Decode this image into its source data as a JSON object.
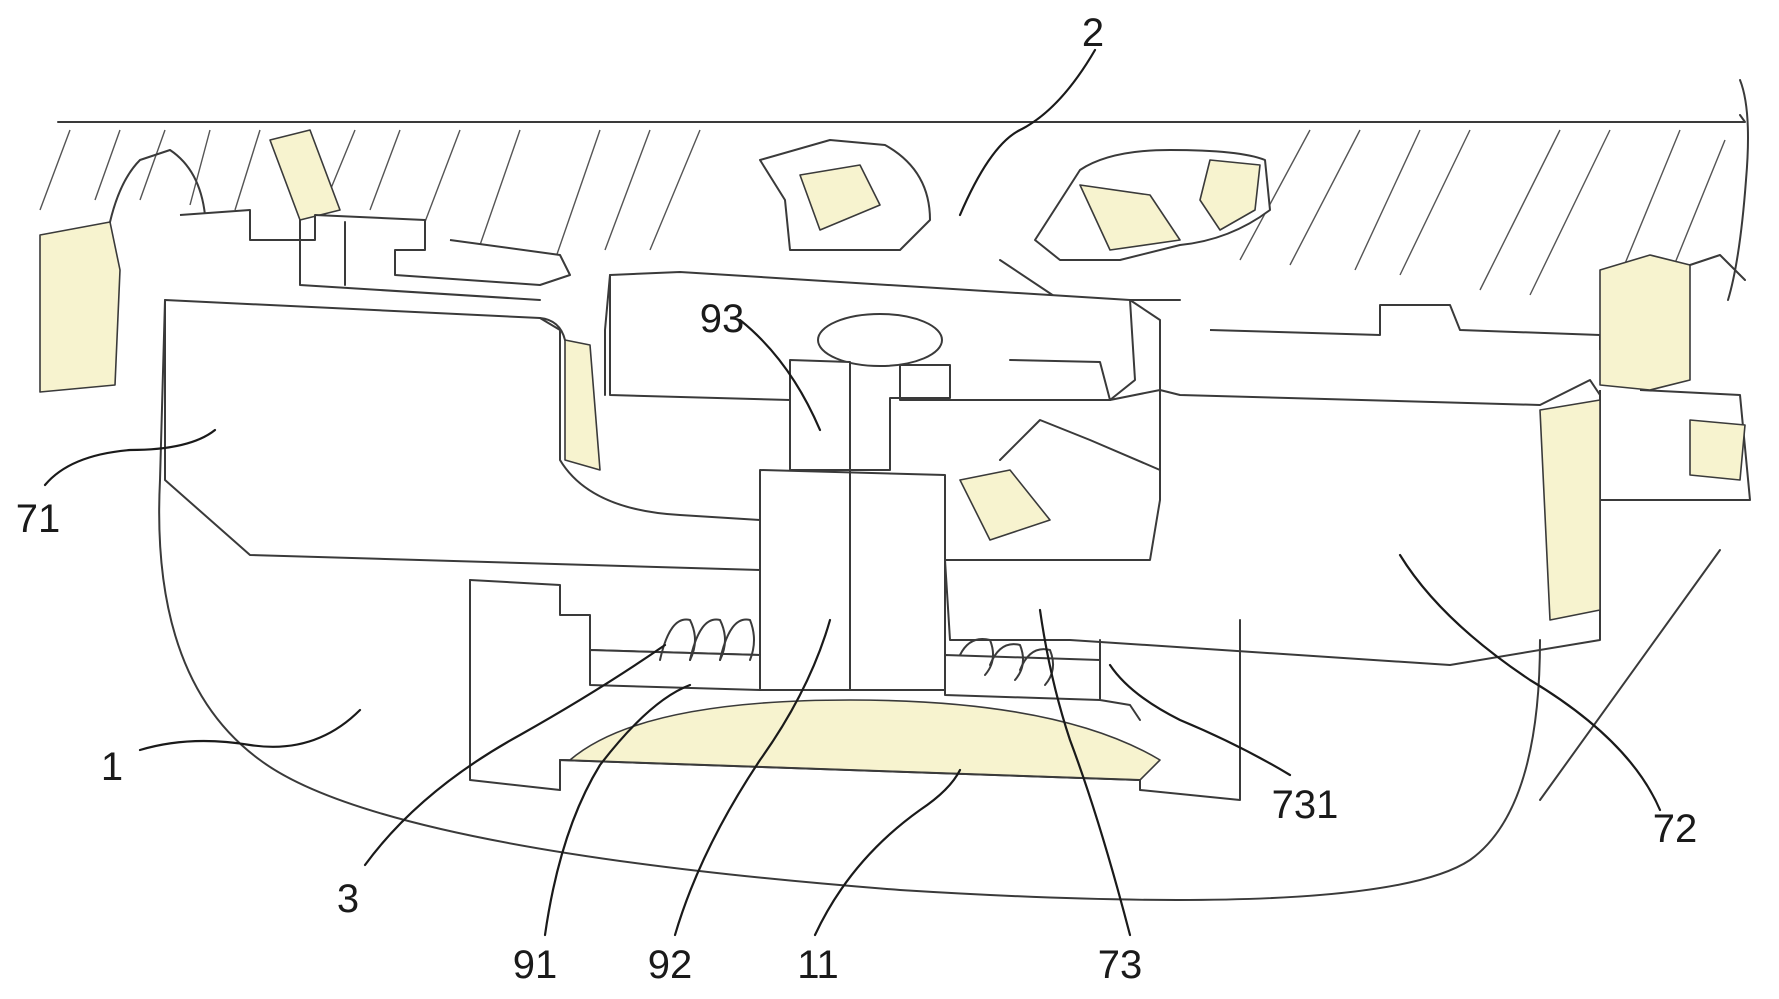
{
  "figure": {
    "callouts": [
      {
        "id": "label-2",
        "text": "2"
      },
      {
        "id": "label-93",
        "text": "93"
      },
      {
        "id": "label-71",
        "text": "71"
      },
      {
        "id": "label-1",
        "text": "1"
      },
      {
        "id": "label-3",
        "text": "3"
      },
      {
        "id": "label-91",
        "text": "91"
      },
      {
        "id": "label-92",
        "text": "92"
      },
      {
        "id": "label-11",
        "text": "11"
      },
      {
        "id": "label-73",
        "text": "73"
      },
      {
        "id": "label-731",
        "text": "731"
      },
      {
        "id": "label-72",
        "text": "72"
      }
    ],
    "colors": {
      "line": "#3a3a3a",
      "shade": "#f7f3cf",
      "background": "#ffffff"
    }
  }
}
